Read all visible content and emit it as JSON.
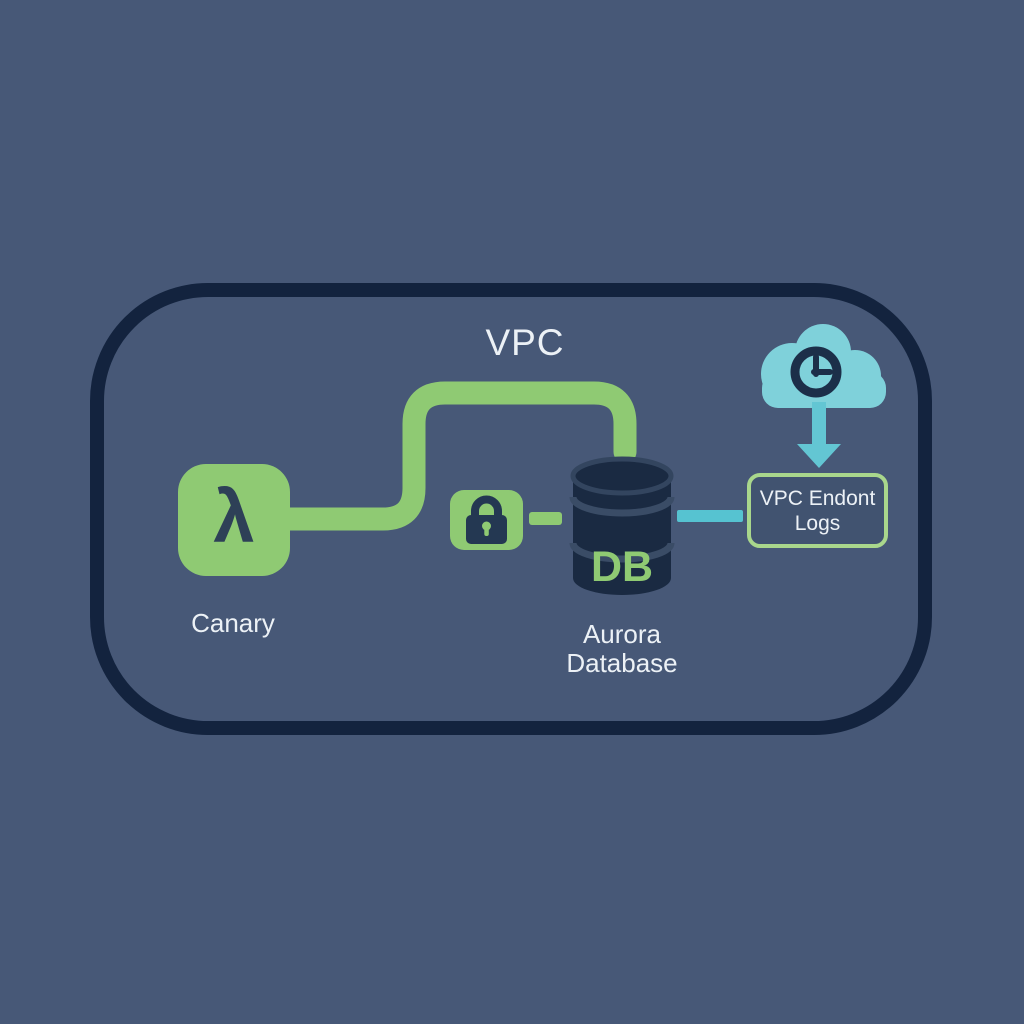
{
  "colors": {
    "background": "#475877",
    "vpc_border": "#13233E",
    "green": "#8FCA73",
    "endpoint_border": "#A9D78C",
    "dark_navy": "#1A2A42",
    "teal_cloud": "#7FD1DA",
    "teal_arrow": "#63C6D3",
    "teal_connector": "#56C3D1",
    "text": "#ECF1F6"
  },
  "vpc": {
    "label": "VPC"
  },
  "nodes": {
    "canary": {
      "glyph": "λ",
      "label": "Canary"
    },
    "lock": {
      "icon": "padlock-icon"
    },
    "aurora": {
      "badge": "DB",
      "label_line1": "Aurora",
      "label_line2": "Database"
    },
    "endpoint": {
      "label_line1": "VPC Endont",
      "label_line2": "Logs"
    },
    "scheduler": {
      "icon": "cloud-clock-icon"
    }
  }
}
